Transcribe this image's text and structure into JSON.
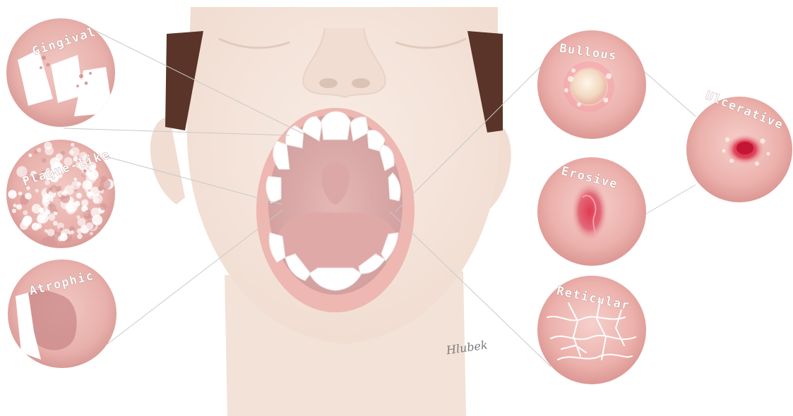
{
  "lesion_types": {
    "gingival": "Gingival",
    "plaque_like": "Plaque-like",
    "atrophic": "Atrophic",
    "bullous": "Bullous",
    "ulcerative": "Ulcerative",
    "erosive": "Erosive",
    "reticular": "Reticular"
  },
  "signature": "Hlubek",
  "colors": {
    "skin": "#f4e4da",
    "hair": "#5a3428",
    "mouth_interior": "#d9a8a6",
    "teeth": "#ffffff",
    "lesion_disc": "#e6aaa6",
    "lesion_red": "#d8324a",
    "leader_line": "#c9c9c9"
  }
}
